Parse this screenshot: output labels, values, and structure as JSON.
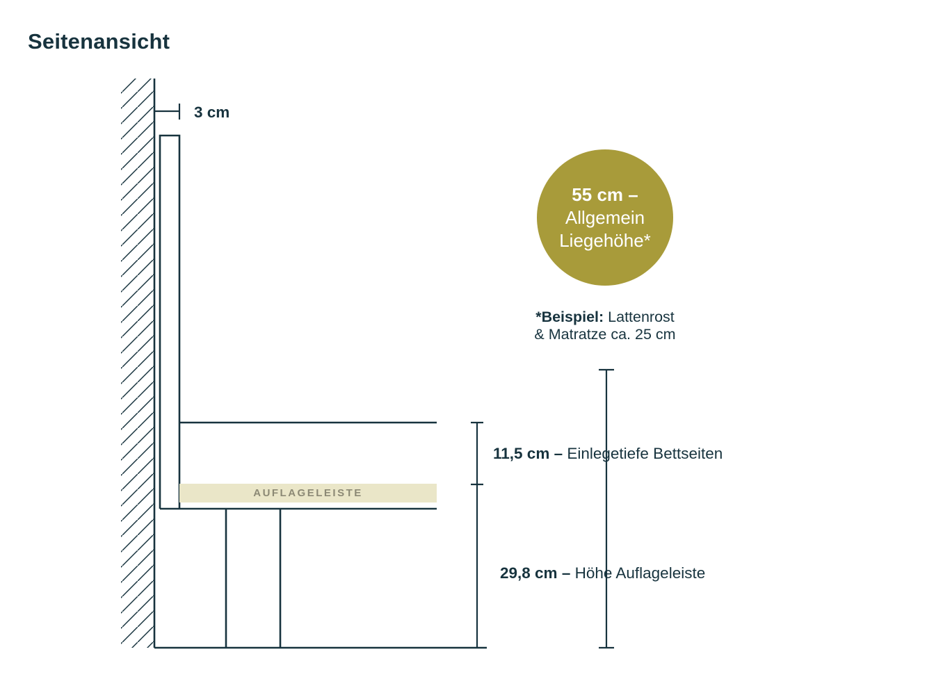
{
  "title": "Seitenansicht",
  "dimensions": {
    "wall_gap": {
      "value": "3 cm"
    },
    "insert_depth": {
      "value": "11,5 cm –",
      "label": " Einlegetiefe Bettseiten"
    },
    "rail_height": {
      "value": "29,8 cm –",
      "label": " Höhe Auflageleiste"
    }
  },
  "badge": {
    "line1": "55 cm –",
    "line2": "Allgemein",
    "line3": "Liegehöhe*"
  },
  "footnote": {
    "lead": "*Beispiel:",
    "rest": " Lattenrost",
    "line2": "& Matratze ca. 25 cm"
  },
  "rail": {
    "label": "AUFLAGELEISTE"
  },
  "colors": {
    "ink": "#17333E",
    "gold": "#A89B3A",
    "railFill": "#EAE6C8",
    "railText": "#8C8975",
    "bg": "#FFFFFF"
  }
}
